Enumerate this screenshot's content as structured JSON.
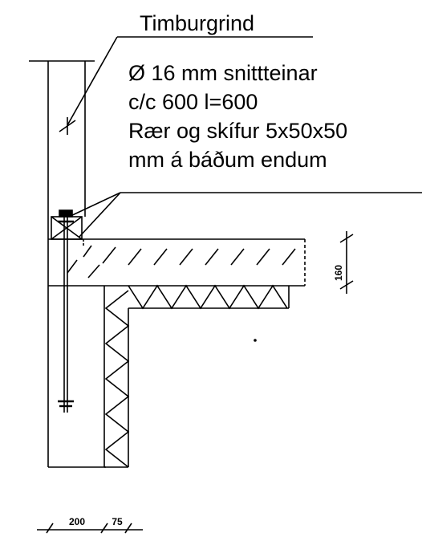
{
  "labels": {
    "title": "Timburgrind",
    "line1": "Ø 16 mm snittteinar",
    "line2": "c/c 600 l=600",
    "line3": "Rær og skífur 5x50x50",
    "line4": "mm á báðum endum"
  },
  "dimensions": {
    "slab_thickness": "160",
    "wall_width": "200",
    "insulation_width": "75"
  },
  "colors": {
    "ink": "#000000",
    "background": "#ffffff"
  }
}
